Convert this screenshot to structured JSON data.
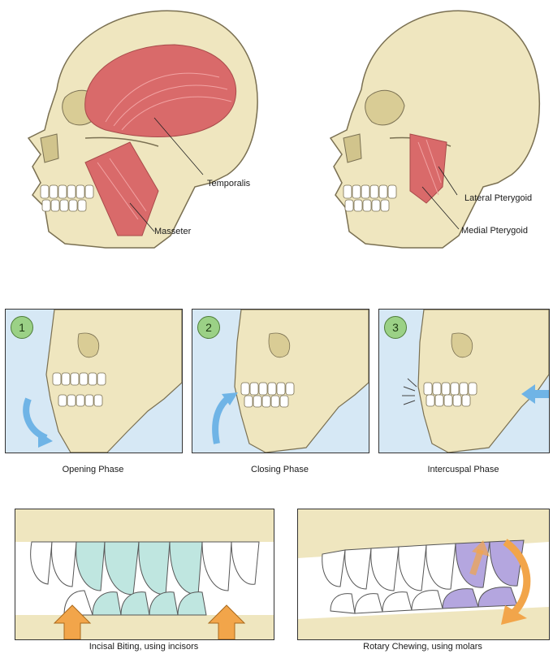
{
  "top_left": {
    "temporalis": "Temporalis",
    "masseter": "Masseter"
  },
  "top_right": {
    "lateral": "Lateral Pterygoid",
    "medial": "Medial Pterygoid"
  },
  "phases": [
    {
      "number": "1",
      "caption": "Opening Phase"
    },
    {
      "number": "2",
      "caption": "Closing Phase"
    },
    {
      "number": "3",
      "caption": "Intercuspal Phase"
    }
  ],
  "bottom": {
    "left_caption": "Incisal Biting, using incisors",
    "right_caption": "Rotary Chewing, using molars"
  },
  "colors": {
    "bone": "#efe6bf",
    "muscle": "#d96a6a",
    "panel_bg": "#d6e8f5",
    "badge": "#9bd186",
    "arrow_blue": "#6fb4e6",
    "arrow_orange": "#f2a54a",
    "incisor_tint": "#bfe6e0",
    "molar_tint": "#b4a6df"
  }
}
